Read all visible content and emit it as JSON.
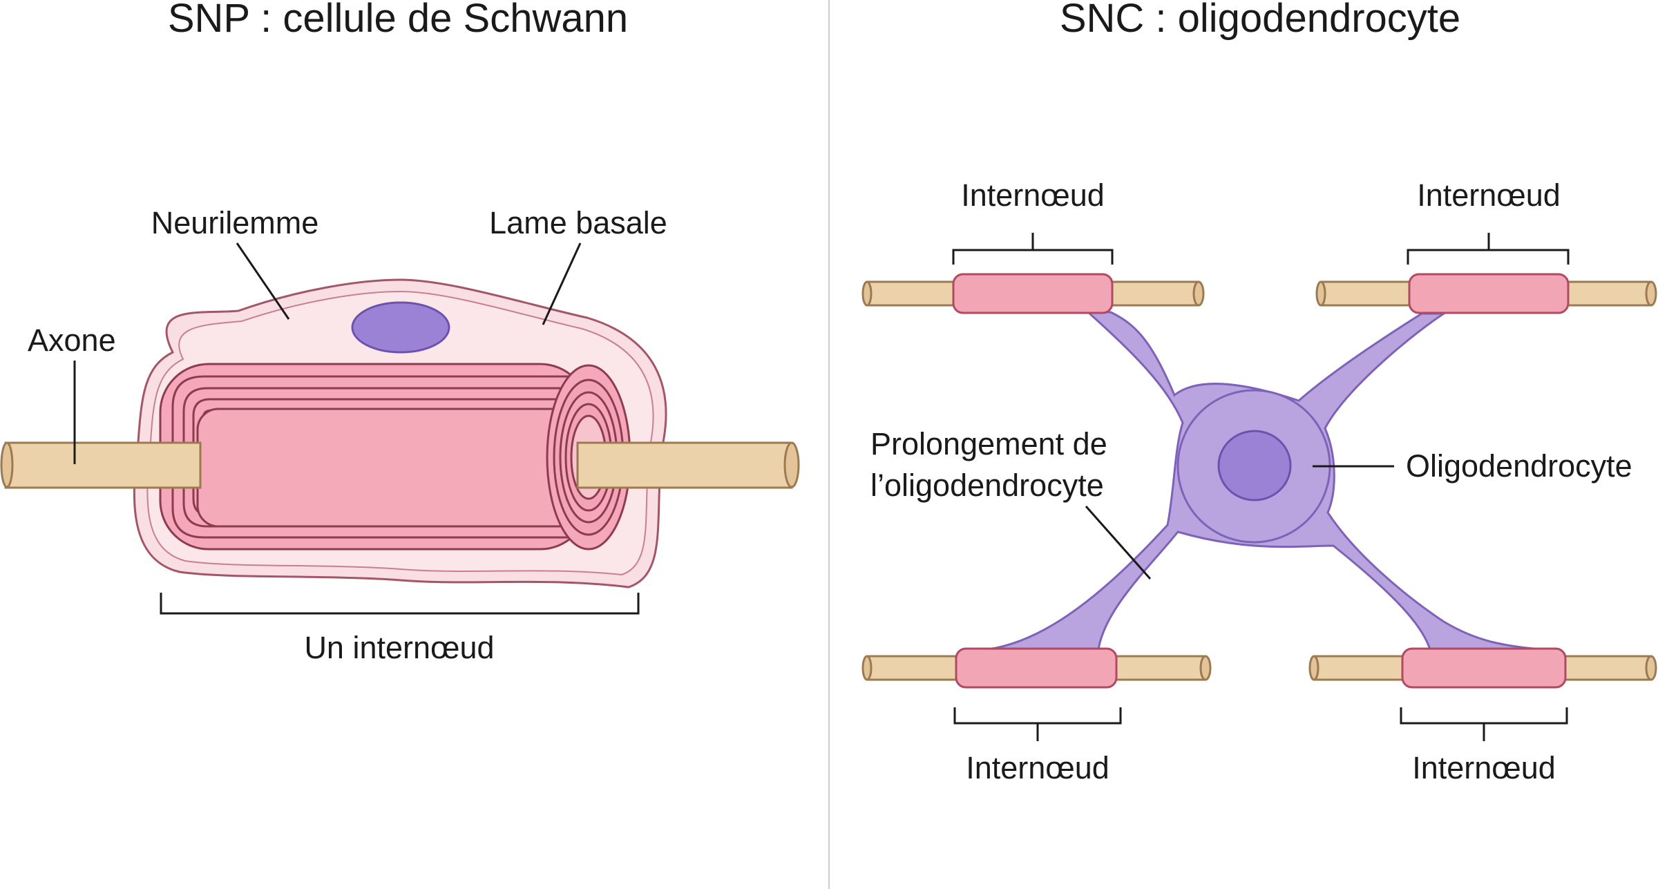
{
  "left_panel": {
    "title": "SNP : cellule de Schwann",
    "labels": {
      "neurilemme": "Neurilemme",
      "lame_basale": "Lame basale",
      "axone": "Axone",
      "internode": "Un internœud"
    }
  },
  "right_panel": {
    "title": "SNC : oligodendrocyte",
    "labels": {
      "internode_top_left": "Internœud",
      "internode_top_right": "Internœud",
      "internode_bottom_left": "Internœud",
      "internode_bottom_right": "Internœud",
      "process_line1": "Prolongement de",
      "process_line2": "l’oligodendrocyte",
      "oligodendrocyte": "Oligodendrocyte"
    }
  },
  "colors": {
    "axon": "#ecd2ab",
    "myelin": "#f2a5b5",
    "schwann_cytoplasm": "#fbe3e7",
    "oligodendrocyte": "#b9a4e0",
    "nucleus": "#9b82d4",
    "divider": "#cccccc"
  }
}
